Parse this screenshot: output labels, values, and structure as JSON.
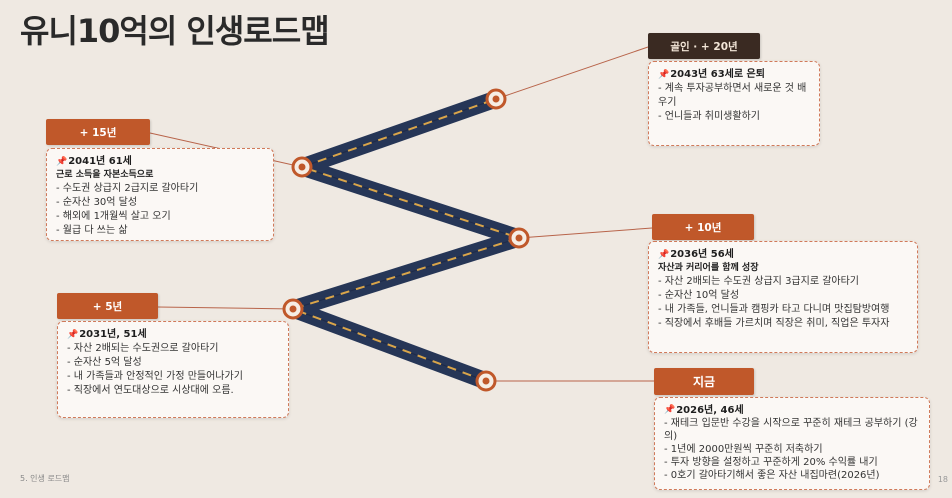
{
  "title": "유니10억의 인생로드맵",
  "footer": {
    "left": "5. 인생 로드맵",
    "right": "18"
  },
  "stages": [
    {
      "id": "plus15",
      "tag": "+ 15년",
      "head": "2041년 61세",
      "sub": "근로 소득을 자본소득으로",
      "lines": [
        "- 수도권 상급지 2급지로 갈아타기",
        "- 순자산 30억 달성",
        "- 해외에 1개월씩 살고 오기",
        "- 월급 다 쓰는 삶"
      ]
    },
    {
      "id": "plus20",
      "tag": "골인 · + 20년",
      "head": "2043년 63세로 은퇴",
      "sub": "",
      "lines": [
        "- 계속 투자공부하면서 새로운 것 배우기",
        "- 언니들과 취미생활하기"
      ]
    },
    {
      "id": "plus10",
      "tag": "+ 10년",
      "head": "2036년 56세",
      "sub": "자산과 커리어를 함께 성장",
      "lines": [
        "- 자산 2배되는 수도권 상급지 3급지로  갈아타기",
        "- 순자산 10억 달성",
        "- 내 가족들, 언니들과 캠핑카 타고 다니며 맛집탐방여행",
        "- 직장에서 후배들 가르치며 직장은 취미, 직업은 투자자"
      ]
    },
    {
      "id": "plus5",
      "tag": "+ 5년",
      "head": "2031년, 51세",
      "sub": "",
      "lines": [
        "- 자산 2배되는 수도권으로  갈아타기",
        "- 순자산 5억 달성",
        "- 내 가족들과 안정적인 가정 만들어나가기",
        "- 직장에서 연도대상으로 시상대에 오름."
      ]
    },
    {
      "id": "now",
      "tag": "지금",
      "head": "2026년, 46세",
      "sub": "",
      "lines": [
        "- 재테크 입문반 수강을 시작으로 꾸준히 재테크 공부하기 (강의)",
        "- 1년에 2000만원씩 꾸준히 저축하기",
        "- 투자 방향을 설정하고 꾸준하게 20% 수익률 내기",
        "- 0호기 갈아타기해서 좋은 자산 내집마련(2026년)"
      ]
    }
  ],
  "colors": {
    "road": "#263657",
    "dash": "#d9a54a",
    "tag": "#c0582a",
    "tag_dark": "#3a2a22",
    "connector": "#b8644a"
  },
  "icons": {
    "pin": "pushpin-icon"
  }
}
